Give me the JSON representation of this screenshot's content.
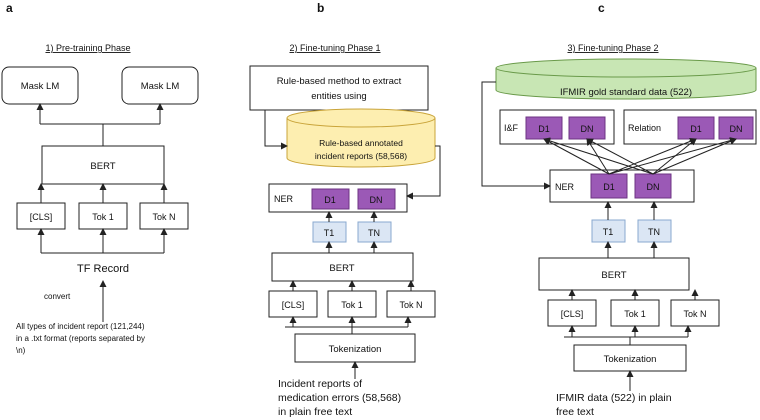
{
  "panels": {
    "a": {
      "letter": "a",
      "title": "1) Pre-training Phase",
      "mask_lm_1": "Mask LM",
      "mask_lm_2": "Mask LM",
      "bert": "BERT",
      "tok_cls": "[CLS]",
      "tok_1": "Tok 1",
      "tok_n": "Tok N",
      "tf_record": "TF Record",
      "convert": "convert",
      "input_lines": [
        "All types of incident report (121,244)",
        "in a .txt format (reports separated by",
        "\\n)"
      ]
    },
    "b": {
      "letter": "b",
      "title": "2) Fine-tuning Phase 1",
      "rule_lines": [
        "Rule-based method to extract",
        "entities using"
      ],
      "cyl_lines": [
        "Rule-based annotated",
        "incident reports (58,568)"
      ],
      "ner": "NER",
      "d1": "D1",
      "dn": "DN",
      "t1": "T1",
      "tn": "TN",
      "bert": "BERT",
      "tok_cls": "[CLS]",
      "tok_1": "Tok 1",
      "tok_n": "Tok N",
      "tokenization": "Tokenization",
      "input_lines": [
        "Incident reports of",
        "medication errors (58,568)",
        "in plain free text"
      ]
    },
    "c": {
      "letter": "c",
      "title": "3) Fine-tuning Phase 2",
      "gold": "IFMIR gold standard data (522)",
      "if_label": "I&F",
      "if_d1": "D1",
      "if_dn": "DN",
      "rel_label": "Relation",
      "rel_d1": "D1",
      "rel_dn": "DN",
      "ner": "NER",
      "d1": "D1",
      "dn": "DN",
      "t1": "T1",
      "tn": "TN",
      "bert": "BERT",
      "tok_cls": "[CLS]",
      "tok_1": "Tok 1",
      "tok_n": "Tok N",
      "tokenization": "Tokenization",
      "input_lines": [
        "IFMIR data (522) in plain",
        "free text"
      ]
    }
  },
  "colors": {
    "purple": "#9b59b6",
    "light_blue": "#dbe6f4",
    "cylinder_yellow": "#fdeeb0",
    "cylinder_green": "#c8e6b4"
  }
}
